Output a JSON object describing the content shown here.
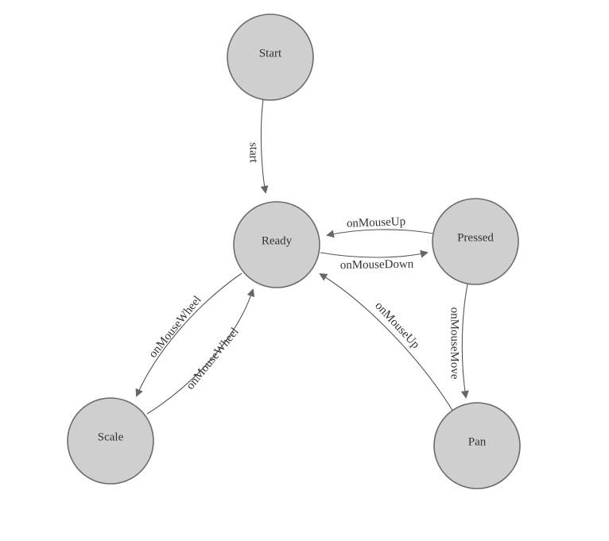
{
  "diagram": {
    "nodes": [
      {
        "id": "start",
        "label": "Start"
      },
      {
        "id": "ready",
        "label": "Ready"
      },
      {
        "id": "pressed",
        "label": "Pressed"
      },
      {
        "id": "scale",
        "label": "Scale"
      },
      {
        "id": "pan",
        "label": "Pan"
      }
    ],
    "edges": [
      {
        "id": "start-ready",
        "label": "start"
      },
      {
        "id": "pressed-ready",
        "label": "onMouseUp"
      },
      {
        "id": "ready-pressed",
        "label": "onMouseDown"
      },
      {
        "id": "ready-scale",
        "label": "onMouseWheel"
      },
      {
        "id": "scale-ready",
        "label": "onMouseWheel"
      },
      {
        "id": "pan-ready",
        "label": "onMouseUp"
      },
      {
        "id": "pressed-pan",
        "label": "onMouseMove"
      }
    ],
    "colors": {
      "node_fill": "#cfcfcf",
      "node_stroke": "#6b6b6b",
      "edge": "#555555",
      "text": "#333333"
    }
  }
}
